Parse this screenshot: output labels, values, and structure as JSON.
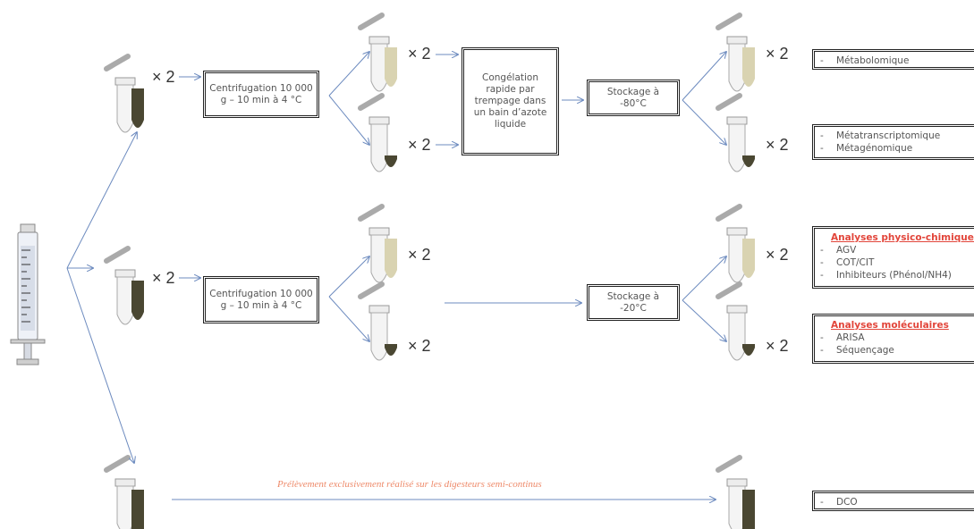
{
  "centrifuge_label": "Centrifugation 10 000 g – 10 min à 4 °C",
  "freeze_label": "Congélation rapide par trempage dans un bain d’azote liquide",
  "storage_80_label": "Stockage à -80°C",
  "storage_20_label": "Stockage à -20°C",
  "multiplier": "× 2",
  "note": "Prélèvement exclusivement réalisé sur les digesteurs semi-continus",
  "analyses": {
    "metabolomique": "Métabolomique",
    "metatranscriptomique": "Métatranscriptomique",
    "metagenomique": "Métagénomique",
    "physico_title": "Analyses physico-chimiques",
    "agv": "AGV",
    "cot": "COT/CIT",
    "inhibiteurs": "Inhibiteurs (Phénol/NH4)",
    "molec_title": "Analyses moléculaires",
    "arisa": "ARISA",
    "sequencage": "Séquençage",
    "dco": "DCO"
  },
  "colors": {
    "arrow": "#6d8bbf",
    "box_border": "#222222",
    "highlight": "#e2453a",
    "note": "#ee8a6a",
    "sludge": "#4a4732",
    "supernatant": "#d9d3b1"
  }
}
